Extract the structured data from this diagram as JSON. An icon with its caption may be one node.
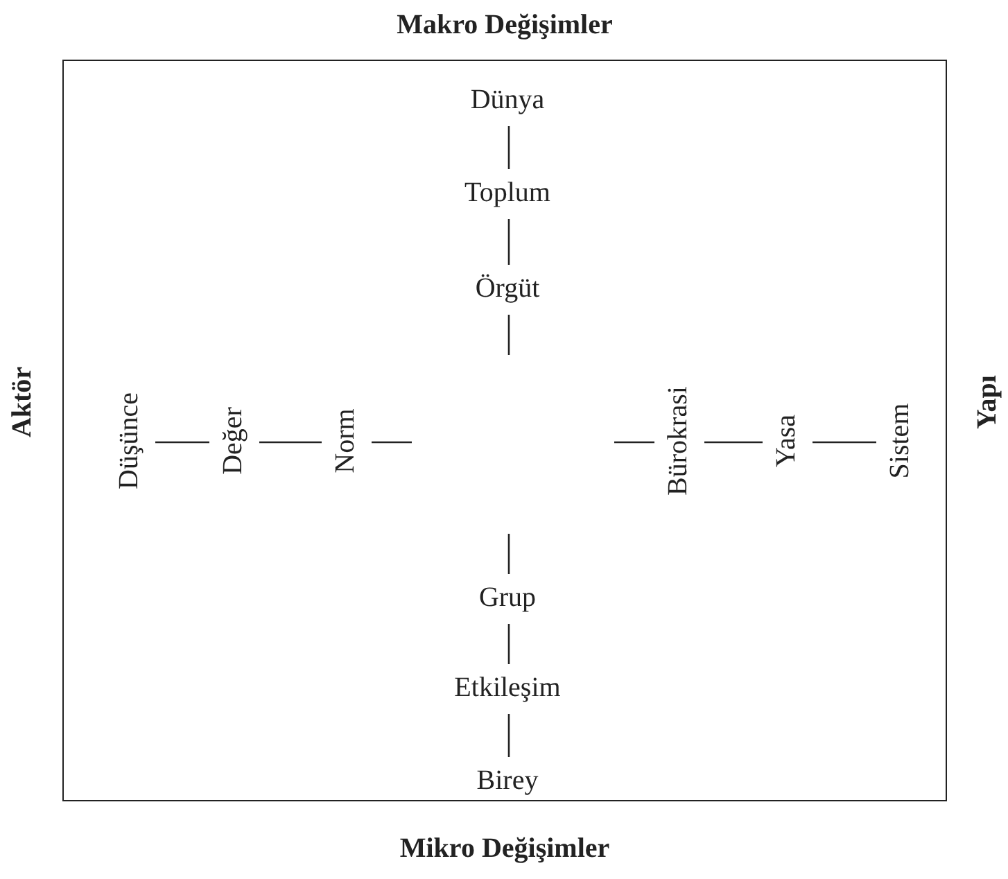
{
  "diagram": {
    "nodes": [
      {
        "text": [],
        "shape": "box"
      },
      {
        "text": [
          "Dünya"
        ],
        "in": 0
      },
      {
        "text": [
          "Toplum"
        ],
        "in": 0
      },
      {
        "text": [
          "Örgüt"
        ],
        "in": 0
      },
      {
        "text": [
          "Düşünce"
        ],
        "in": 0
      },
      {
        "text": [
          "Değer"
        ],
        "in": 0
      },
      {
        "text": [
          "Norm"
        ],
        "in": 0
      },
      {
        "text": [
          "Bürokrasi"
        ],
        "in": 0
      },
      {
        "text": [
          "Yasa"
        ],
        "in": 0
      },
      {
        "text": [
          "Sistem"
        ],
        "in": 0
      },
      {
        "text": [
          "Grup"
        ],
        "in": 0
      },
      {
        "text": [
          "Etkileşim"
        ],
        "in": 0
      },
      {
        "text": [
          "Birey"
        ],
        "in": 0
      }
    ],
    "edges": [
      {
        "from": 1,
        "to": 2,
        "arrow": "none"
      },
      {
        "from": 2,
        "to": 3,
        "arrow": "none"
      },
      {
        "from": 3,
        "to": null,
        "arrow": "none"
      },
      {
        "from": 4,
        "to": 5,
        "arrow": "none"
      },
      {
        "from": 5,
        "to": 6,
        "arrow": "none"
      },
      {
        "from": 6,
        "to": null,
        "arrow": "none"
      },
      {
        "from": null,
        "to": 7,
        "arrow": "none"
      },
      {
        "from": 7,
        "to": 8,
        "arrow": "none"
      },
      {
        "from": 8,
        "to": 9,
        "arrow": "none"
      },
      {
        "from": null,
        "to": 10,
        "arrow": "none"
      },
      {
        "from": 10,
        "to": 11,
        "arrow": "none"
      },
      {
        "from": 11,
        "to": 12,
        "arrow": "none"
      }
    ],
    "labels": [
      "Makro Değişimler",
      "Aktör",
      "Yapı",
      "Mikro Değişimler"
    ]
  }
}
